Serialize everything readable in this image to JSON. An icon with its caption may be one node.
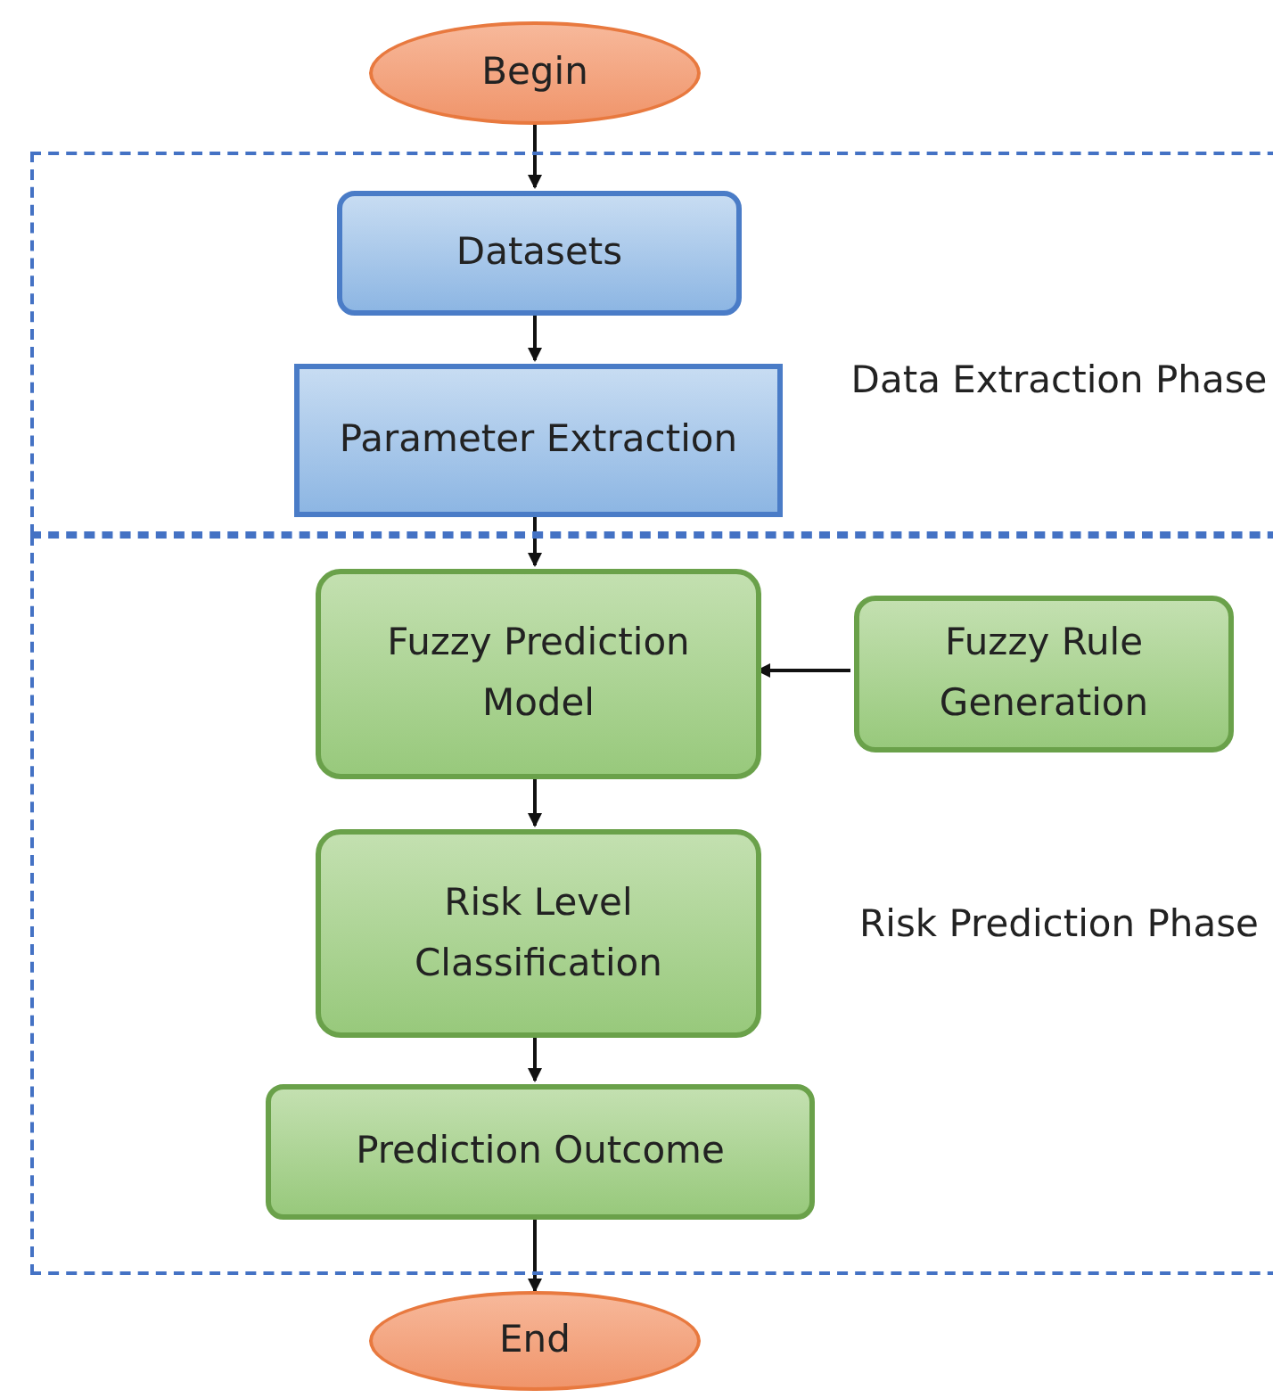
{
  "diagram": {
    "nodes": [
      {
        "text": [
          "Begin"
        ]
      },
      {
        "text": [
          "Data Extraction Phase"
        ]
      },
      {
        "text": [
          "Datasets"
        ],
        "in": 1
      },
      {
        "text": [
          "Parameter Extraction"
        ],
        "in": 1
      },
      {
        "text": [
          "Risk Prediction Phase"
        ]
      },
      {
        "text": [
          "Fuzzy Prediction Model"
        ],
        "in": 4
      },
      {
        "text": [
          "Fuzzy Rule Generation"
        ],
        "in": 4
      },
      {
        "text": [
          "Risk Level Classification"
        ],
        "in": 4
      },
      {
        "text": [
          "Prediction Outcome"
        ],
        "in": 4
      },
      {
        "text": [
          "End"
        ]
      }
    ],
    "edges": [
      {
        "from": 0,
        "to": 2,
        "arrow": "to"
      },
      {
        "from": 2,
        "to": 3,
        "arrow": "to"
      },
      {
        "from": 3,
        "to": 5,
        "arrow": "to"
      },
      {
        "from": 6,
        "to": 5,
        "arrow": "to"
      },
      {
        "from": 5,
        "to": 7,
        "arrow": "to"
      },
      {
        "from": 7,
        "to": 8,
        "arrow": "to"
      },
      {
        "from": 8,
        "to": 9,
        "arrow": "to"
      }
    ]
  }
}
